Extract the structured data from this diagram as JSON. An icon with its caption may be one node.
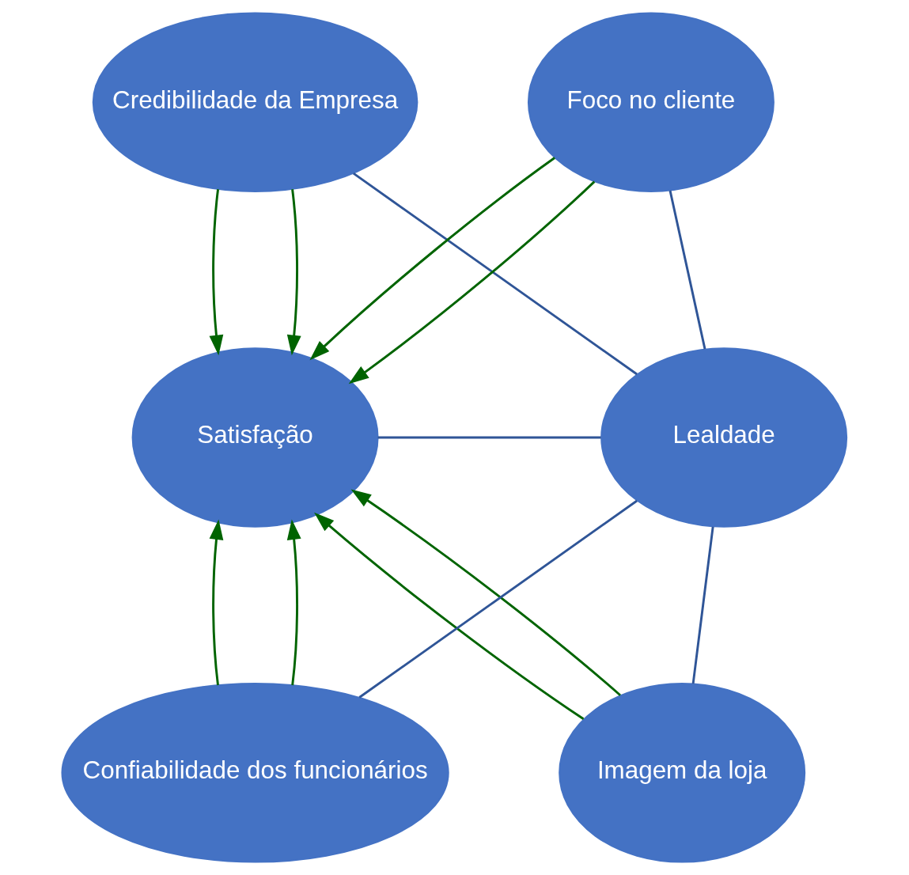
{
  "diagram": {
    "nodes": [
      {
        "text": [
          "Credibilidade da Empresa"
        ]
      },
      {
        "text": [
          "Foco no cliente"
        ]
      },
      {
        "text": [
          "Satisfação"
        ]
      },
      {
        "text": [
          "Lealdade"
        ]
      },
      {
        "text": [
          "Confiabilidade dos funcionários"
        ]
      },
      {
        "text": [
          "Imagem da loja"
        ]
      }
    ],
    "edges": [
      {
        "from": 0,
        "to": 2,
        "arrow": "to",
        "color": "#006400"
      },
      {
        "from": 0,
        "to": 2,
        "arrow": "to",
        "color": "#006400"
      },
      {
        "from": 1,
        "to": 2,
        "arrow": "to",
        "color": "#006400"
      },
      {
        "from": 1,
        "to": 2,
        "arrow": "to",
        "color": "#006400"
      },
      {
        "from": 4,
        "to": 2,
        "arrow": "to",
        "color": "#006400"
      },
      {
        "from": 4,
        "to": 2,
        "arrow": "to",
        "color": "#006400"
      },
      {
        "from": 5,
        "to": 2,
        "arrow": "to",
        "color": "#006400"
      },
      {
        "from": 5,
        "to": 2,
        "arrow": "to",
        "color": "#006400"
      },
      {
        "from": 0,
        "to": 3,
        "arrow": "none",
        "color": "#2f5597"
      },
      {
        "from": 1,
        "to": 3,
        "arrow": "none",
        "color": "#2f5597"
      },
      {
        "from": 2,
        "to": 3,
        "arrow": "none",
        "color": "#2f5597"
      },
      {
        "from": 4,
        "to": 3,
        "arrow": "none",
        "color": "#2f5597"
      },
      {
        "from": 5,
        "to": 3,
        "arrow": "none",
        "color": "#2f5597"
      }
    ]
  }
}
